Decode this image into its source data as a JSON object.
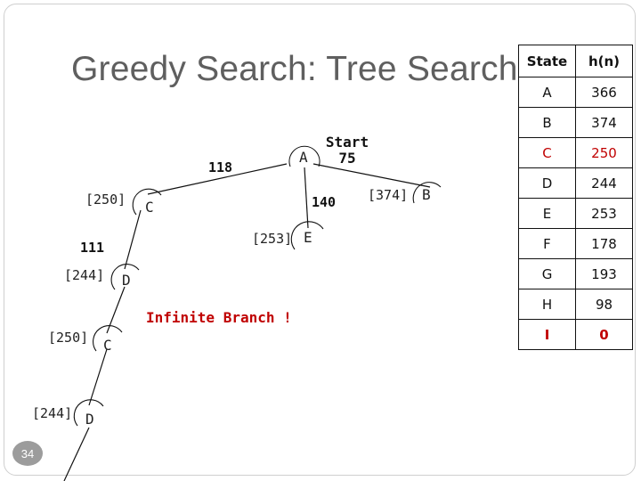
{
  "slide": {
    "title": "Greedy Search: Tree Search",
    "page_number": "34",
    "note": "Infinite Branch !",
    "colors": {
      "accent": "#c00000",
      "title": "#5f5f5f",
      "text": "#111111"
    }
  },
  "tree": {
    "start_label": "Start",
    "nodes": [
      {
        "id": "A1",
        "letter": "A",
        "h": "",
        "red": false
      },
      {
        "id": "C1",
        "letter": "C",
        "h": "[250]",
        "red": false
      },
      {
        "id": "E1",
        "letter": "E",
        "h": "[253]",
        "red": false
      },
      {
        "id": "B1",
        "letter": "B",
        "h": "[374]",
        "red": false
      },
      {
        "id": "D1",
        "letter": "D",
        "h": "[244]",
        "red": true
      },
      {
        "id": "C2",
        "letter": "C",
        "h": "[250]",
        "red": true
      },
      {
        "id": "D2",
        "letter": "D",
        "h": "[244]",
        "red": false
      }
    ],
    "edge_costs": [
      {
        "edge": "A-C",
        "cost": "118"
      },
      {
        "edge": "A-E",
        "cost": "140"
      },
      {
        "edge": "A-B",
        "cost": "75"
      },
      {
        "edge": "C-D",
        "cost": "111"
      }
    ]
  },
  "heuristic_table": {
    "headers": [
      "State",
      "h(n)"
    ],
    "rows": [
      {
        "state": "A",
        "h": "366",
        "highlight": false
      },
      {
        "state": "B",
        "h": "374",
        "highlight": false
      },
      {
        "state": "C",
        "h": "250",
        "highlight": true
      },
      {
        "state": "D",
        "h": "244",
        "highlight": false
      },
      {
        "state": "E",
        "h": "253",
        "highlight": false
      },
      {
        "state": "F",
        "h": "178",
        "highlight": false
      },
      {
        "state": "G",
        "h": "193",
        "highlight": false
      },
      {
        "state": "H",
        "h": "98",
        "highlight": false
      },
      {
        "state": "I",
        "h": "0",
        "highlight": false,
        "emphasis": true
      }
    ]
  }
}
